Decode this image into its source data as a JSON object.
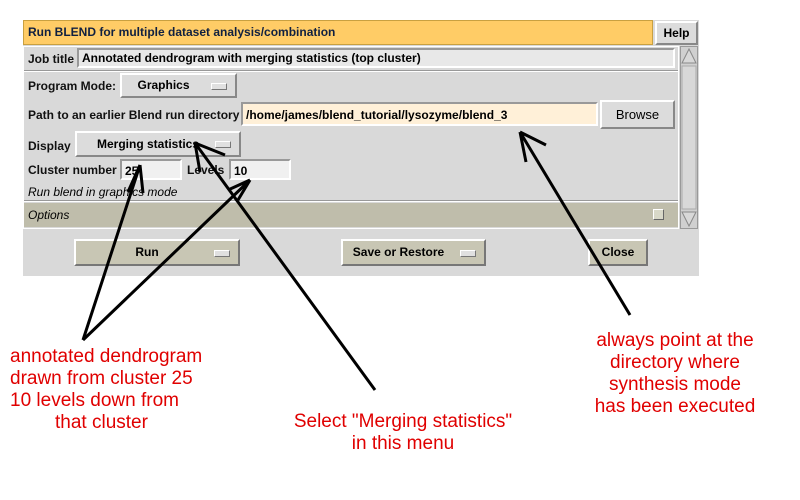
{
  "window": {
    "title": "Run BLEND for multiple dataset analysis/combination",
    "help": "Help"
  },
  "form": {
    "job_title_label": "Job title",
    "job_title_value": "Annotated dendrogram with merging statistics (top cluster)",
    "program_mode_label": "Program Mode:",
    "program_mode_value": "Graphics",
    "path_label": "Path to an earlier Blend run directory",
    "path_value": "/home/james/blend_tutorial/lysozyme/blend_3",
    "browse": "Browse",
    "display_label": "Display",
    "display_value": "Merging statistics",
    "cluster_label": "Cluster number",
    "cluster_value": "25",
    "levels_label": "Levels",
    "levels_value": "10",
    "info": "Run blend in graphics mode",
    "options": "Options"
  },
  "buttons": {
    "run": "Run",
    "save_restore": "Save or Restore",
    "close": "Close"
  },
  "annotations": {
    "left": [
      "annotated dendrogram",
      "drawn from cluster 25",
      "10 levels down from",
      "that cluster"
    ],
    "middle": [
      "Select \"Merging statistics\"",
      "in this menu"
    ],
    "right": [
      "always point at the",
      "directory where",
      "synthesis mode",
      "has been executed"
    ]
  }
}
